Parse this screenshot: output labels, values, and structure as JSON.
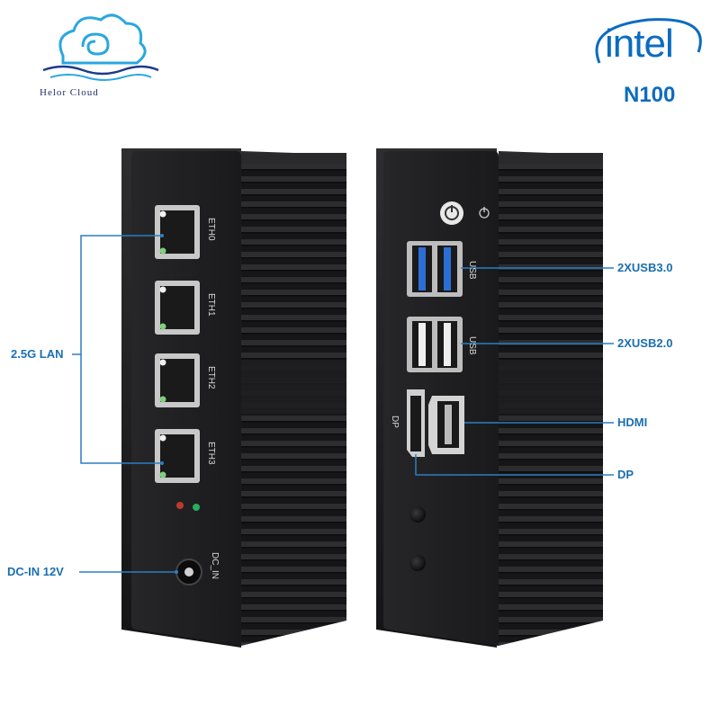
{
  "brand": {
    "name": "Helor Cloud",
    "logo_icon": "cloud-wave-logo",
    "colors": {
      "primary": "#1e3a8a",
      "accent": "#2aa7e0"
    }
  },
  "chip": {
    "vendor": "intel",
    "model": "N100",
    "color": "#0b6cc0"
  },
  "device": {
    "front_ports": [
      {
        "id": "eth0",
        "label": "ETH0"
      },
      {
        "id": "eth1",
        "label": "ETH1"
      },
      {
        "id": "eth2",
        "label": "ETH2"
      },
      {
        "id": "eth3",
        "label": "ETH3"
      }
    ],
    "power_label": "DC_IN",
    "rear_usb_label_1": "USB",
    "rear_usb_label_2": "USB",
    "dp_label": "DP",
    "body_color": "#1b1b1d"
  },
  "callouts": {
    "lan": "2.5G LAN",
    "dc_in": "DC-IN 12V",
    "usb3": "2XUSB3.0",
    "usb2": "2XUSB2.0",
    "hdmi": "HDMI",
    "dp": "DP",
    "line_color": "#2a7fc4"
  }
}
